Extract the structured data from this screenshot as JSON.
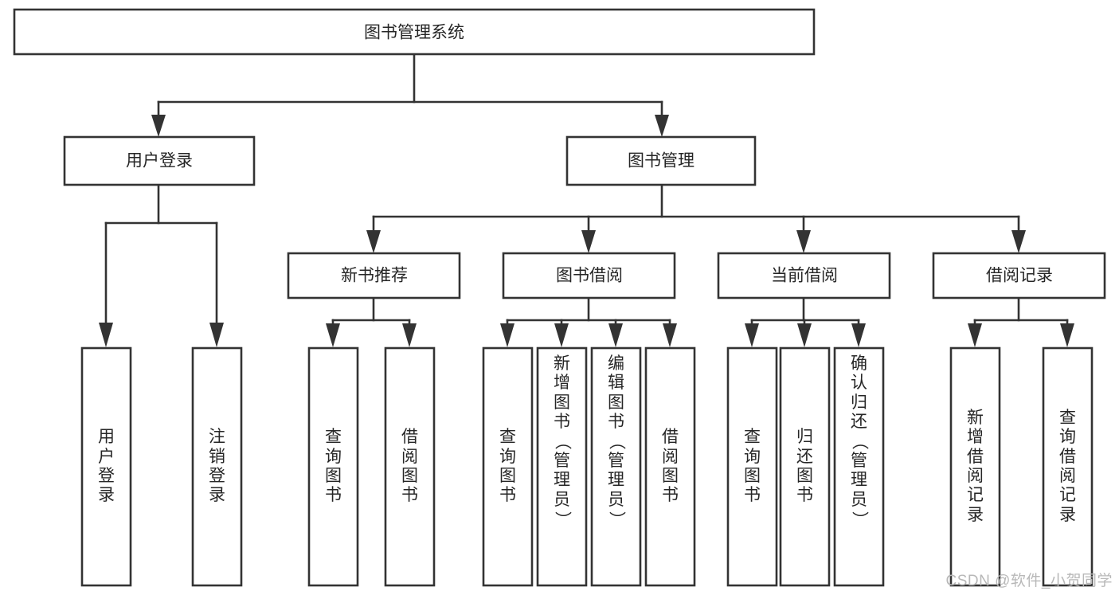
{
  "diagram": {
    "type": "tree-hierarchy",
    "title": "图书管理系统",
    "orientation": "top-down",
    "colors": {
      "box_fill": "#ffffff",
      "box_stroke": "#333333",
      "text": "#262626",
      "watermark": "#b8b8b8",
      "background": "#ffffff"
    },
    "root": {
      "label": "图书管理系统"
    },
    "level2": [
      {
        "label": "用户登录"
      },
      {
        "label": "图书管理"
      }
    ],
    "level3": [
      {
        "label": "新书推荐"
      },
      {
        "label": "图书借阅"
      },
      {
        "label": "当前借阅"
      },
      {
        "label": "借阅记录"
      }
    ],
    "leaves": {
      "user_login": [
        {
          "label": "用户登录",
          "chars": [
            "用",
            "户",
            "登",
            "录"
          ]
        },
        {
          "label": "注销登录",
          "chars": [
            "注",
            "销",
            "登",
            "录"
          ]
        }
      ],
      "new_book_recommend": [
        {
          "label": "查询图书",
          "chars": [
            "查",
            "询",
            "图",
            "书"
          ]
        },
        {
          "label": "借阅图书",
          "chars": [
            "借",
            "阅",
            "图",
            "书"
          ]
        }
      ],
      "book_borrow": [
        {
          "label": "查询图书",
          "chars": [
            "查",
            "询",
            "图",
            "书"
          ]
        },
        {
          "label": "新增图书（管理员）",
          "chars": [
            "新",
            "增",
            "图",
            "书",
            "（",
            "管",
            "理",
            "员",
            "）"
          ]
        },
        {
          "label": "编辑图书（管理员）",
          "chars": [
            "编",
            "辑",
            "图",
            "书",
            "（",
            "管",
            "理",
            "员",
            "）"
          ]
        },
        {
          "label": "借阅图书",
          "chars": [
            "借",
            "阅",
            "图",
            "书"
          ]
        }
      ],
      "current_borrow": [
        {
          "label": "查询图书",
          "chars": [
            "查",
            "询",
            "图",
            "书"
          ]
        },
        {
          "label": "归还图书",
          "chars": [
            "归",
            "还",
            "图",
            "书"
          ]
        },
        {
          "label": "确认归还（管理员）",
          "chars": [
            "确",
            "认",
            "归",
            "还",
            "（",
            "管",
            "理",
            "员",
            "）"
          ]
        }
      ],
      "borrow_record": [
        {
          "label": "新增借阅记录",
          "chars": [
            "新",
            "增",
            "借",
            "阅",
            "记",
            "录"
          ]
        },
        {
          "label": "查询借阅记录",
          "chars": [
            "查",
            "询",
            "借",
            "阅",
            "记",
            "录"
          ]
        }
      ]
    },
    "watermark": "CSDN @软件_小贺同学"
  }
}
